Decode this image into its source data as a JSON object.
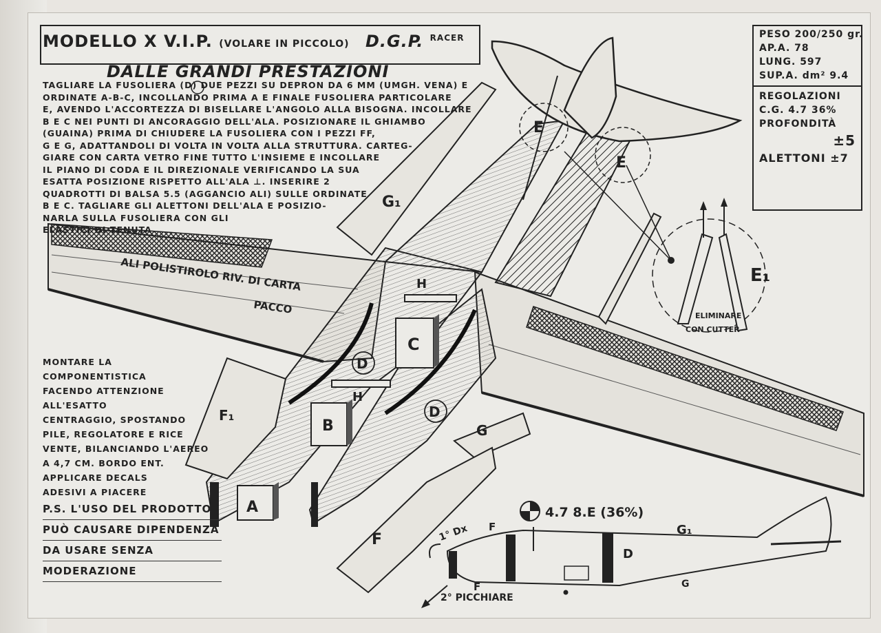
{
  "title": {
    "model": "MODELLO X V.I.P.",
    "model_note": "(VOLARE IN PICCOLO)",
    "code": "D.G.P.",
    "code_suffix": "RACER",
    "subtitle": "DALLE GRANDI PRESTAZIONI"
  },
  "instructions": [
    "TAGLIARE LA FUSOLIERA (D) DUE PEZZI SU DEPRON DA 6 mm (UMGH. VENA) E",
    "ORDINATE A-B-C, INCOLLANDO PRIMA A E FINALE FUSOLIERA PARTICOLARE",
    "E, AVENDO L'ACCORTEZZA DI BISELLARE L'ANGOLO ALLA BISOGNA. INCOLLARE",
    "B E C NEI PUNTI DI ANCORAGGIO DELL'ALA. POSIZIONARE IL GHIAMBO",
    "(GUAINA) PRIMA DI CHIUDERE LA FUSOLIERA CON I PEZZI FF,",
    "G E G, ADATTANDOLI DI VOLTA IN VOLTA ALLA STRUTTURA. CARTEG-",
    "GIARE CON CARTA VETRO FINE TUTTO L'INSIEME E INCOLLARE",
    "IL PIANO DI CODA E IL DIREZIONALE VERIFICANDO LA SUA",
    "ESATTA POSIZIONE RISPETTO ALL'ALA ⊥. INSERIRE 2",
    "QUADROTTI DI BALSA 5.5 (AGGANCIO ALI) SULLE ORDINATE",
    "B E C. TAGLIARE GLI ALETTONI DELL'ALA E POSIZIO-",
    "NARLA SULLA FUSOLIERA CON GLI",
    "ELASTICI DI TENUTA"
  ],
  "specs": {
    "peso": "PESO 200/250 gr.",
    "apa": "AP.A. 78",
    "lung": "LUNG. 597",
    "supa": "SUP.A. dm² 9.4",
    "regolazioni": "REGOLAZIONI",
    "cg": "C.G. 4.7 36%",
    "profondita": "PROFONDITÀ",
    "prof_value": "±5",
    "alettoni": "ALETTONI ±7"
  },
  "assembly_notes": [
    "MONTARE LA COMPONENTISTICA",
    "FACENDO ATTENZIONE ALL'ESATTO",
    "CENTRAGGIO, SPOSTANDO",
    "PILE, REGOLATORE E RICE",
    "VENTE, BILANCIANDO L'AEREO",
    "A 4,7 cm. BORDO ENT.",
    "APPLICARE DECALS",
    "ADESIVI A PIACERE"
  ],
  "ps_notes": [
    "P.S. L'USO DEL PRODOTTO",
    "PUÒ CAUSARE DIPENDENZA",
    "DA USARE SENZA",
    "MODERAZIONE"
  ],
  "drawing_labels": {
    "wing_note": "ALI POLISTIROLO RIV. DI CARTA",
    "wing_note2": "PACCO",
    "cutter_note": "ELIMINARE",
    "cutter_note2": "CON CUTTER",
    "cg_note": "4.7 8.E (36%)",
    "step1": "1° Dx",
    "step2": "2° PICCHIARE",
    "parts": {
      "A": "A",
      "B": "B",
      "C": "C",
      "D": "D",
      "E": "E",
      "F": "F",
      "G": "G",
      "G1": "G₁",
      "F1": "F₁",
      "H": "H",
      "E1": "E₁"
    }
  }
}
